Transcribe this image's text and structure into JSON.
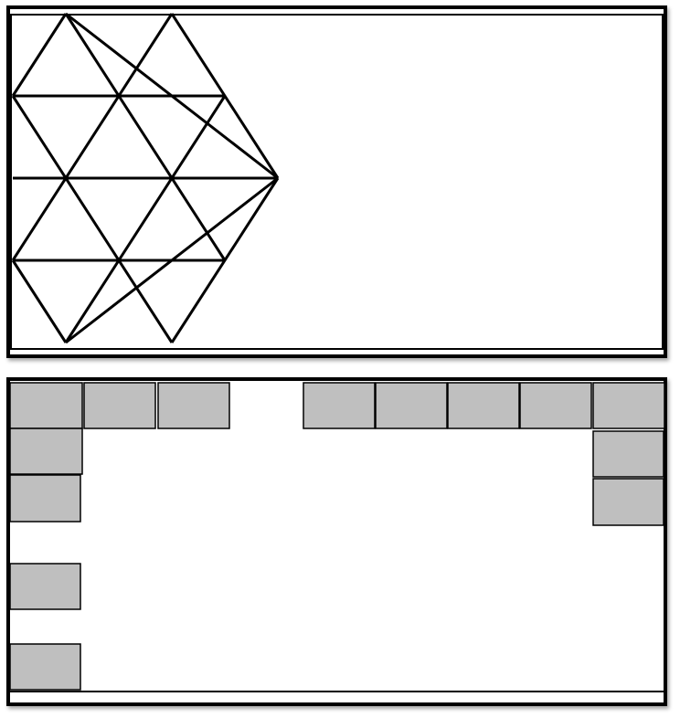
{
  "colors": {
    "border": "#000000",
    "background": "#ffffff",
    "tile_fill": "#bfbfbf",
    "tile_stroke": "#000000",
    "grid_line": "#000000"
  },
  "top_figure": {
    "type": "triangular-grid",
    "triangle_rows": 4,
    "triangle_columns": 3
  },
  "bottom_figure": {
    "type": "tile-arrangement",
    "top_row_tiles": 8,
    "left_column_tiles": 5,
    "right_column_tiles": 3
  }
}
